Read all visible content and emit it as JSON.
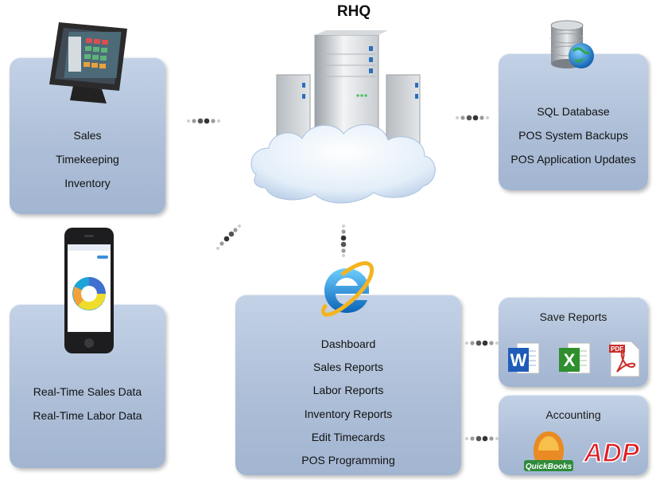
{
  "title": "RHQ",
  "boxes": {
    "pos": {
      "lines": [
        "Sales",
        "Timekeeping",
        "Inventory"
      ]
    },
    "sql": {
      "lines": [
        "SQL Database",
        "POS System Backups",
        "POS Application Updates"
      ]
    },
    "mobile": {
      "lines": [
        "Real-Time Sales Data",
        "Real-Time Labor Data"
      ]
    },
    "web": {
      "lines": [
        "Dashboard",
        "Sales Reports",
        "Labor Reports",
        "Inventory Reports",
        "Edit Timecards",
        "POS Programming"
      ]
    },
    "save": {
      "title": "Save Reports"
    },
    "accounting": {
      "title": "Accounting"
    }
  },
  "logos": {
    "quickbooks": "QuickBooks",
    "adp": "ADP"
  },
  "icons": [
    "pos-terminal-icon",
    "server-cloud-icon",
    "database-globe-icon",
    "smartphone-icon",
    "internet-explorer-icon",
    "word-icon",
    "excel-icon",
    "pdf-icon",
    "quickbooks-logo",
    "adp-logo"
  ],
  "colors": {
    "box": "#aebfd8",
    "connector": "#555555"
  }
}
